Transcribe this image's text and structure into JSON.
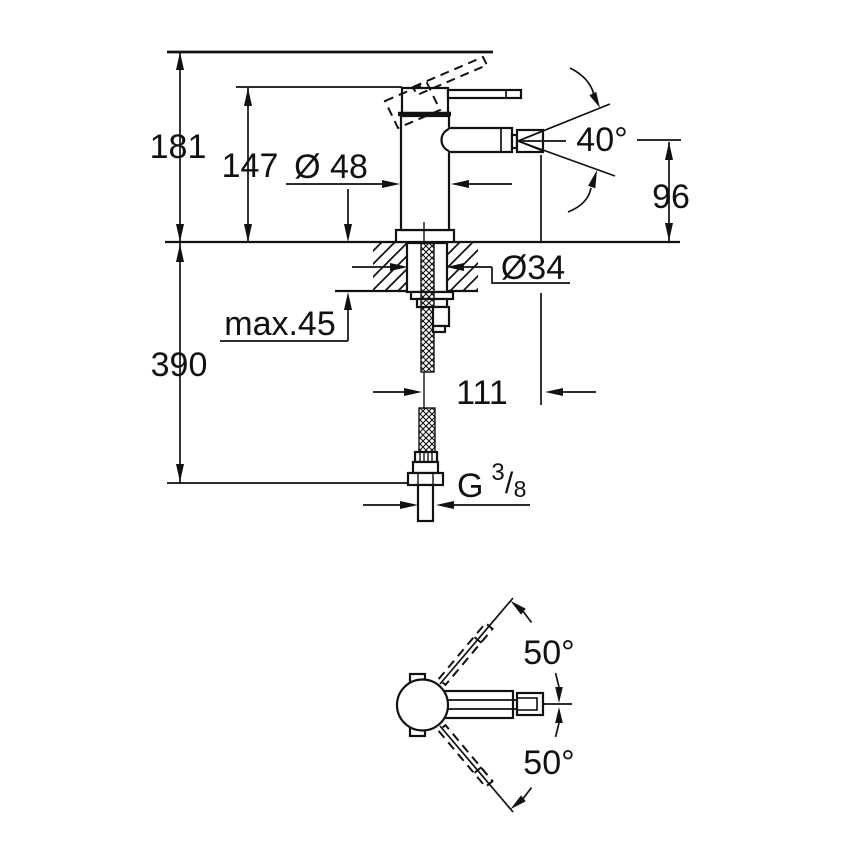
{
  "drawing": {
    "side_view": {
      "labels": {
        "overall_height": "181",
        "body_height": "147",
        "body_diameter": "Ø 48",
        "spray_angle": "40°",
        "spout_height": "96",
        "hole_diameter": "Ø34",
        "max_deck_thickness": "max.45",
        "hose_drop": "390",
        "spout_reach": "111",
        "thread_main": "G",
        "thread_sup": "3",
        "thread_slash": "/",
        "thread_sub": "8"
      }
    },
    "top_view": {
      "labels": {
        "handle_swing_upper": "50°",
        "handle_swing_lower": "50°"
      }
    },
    "colors": {
      "ink": "#111111",
      "background": "#ffffff"
    }
  }
}
